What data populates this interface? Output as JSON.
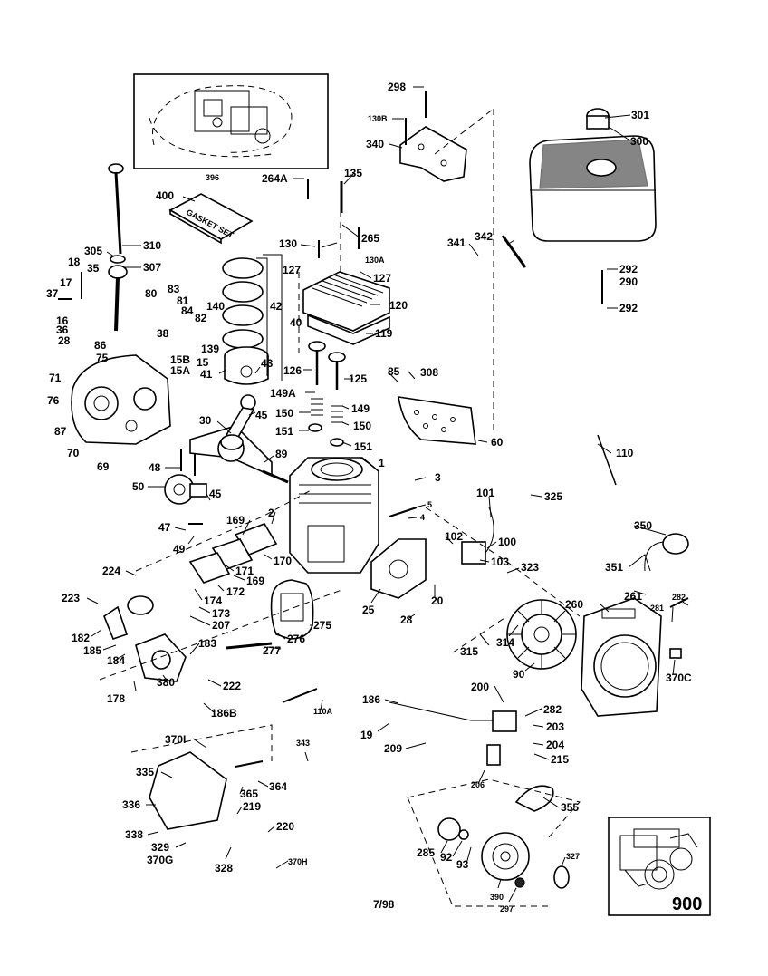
{
  "labels": {
    "l298": "298",
    "l130B": "130B",
    "l340": "340",
    "l301": "301",
    "l300": "300",
    "l396": "396",
    "l264A": "264A",
    "l135": "135",
    "l400": "400",
    "l265": "265",
    "l130": "130",
    "l130A": "130A",
    "l310": "310",
    "l305": "305",
    "l307": "307",
    "l18": "18",
    "l35": "35",
    "l17": "17",
    "l37": "37",
    "l16": "16",
    "l36": "36",
    "l28a": "28",
    "l86": "86",
    "l75": "75",
    "l71": "71",
    "l76": "76",
    "l87": "87",
    "l70": "70",
    "l69": "69",
    "l83": "83",
    "l80": "80",
    "l81": "81",
    "l84": "84",
    "l140": "140",
    "l82": "82",
    "l38": "38",
    "l15B": "15B",
    "l15A": "15A",
    "l15": "15",
    "l139": "139",
    "l127a": "127",
    "l127b": "127",
    "l42": "42",
    "l40": "40",
    "l120": "120",
    "l119": "119",
    "l341": "341",
    "l342": "342",
    "l292a": "292",
    "l290": "290",
    "l292b": "292",
    "l41": "41",
    "l43": "43",
    "l126": "126",
    "l125": "125",
    "l85": "85",
    "l308": "308",
    "l149A": "149A",
    "l149": "149",
    "l150a": "150",
    "l150b": "150",
    "l151a": "151",
    "l151b": "151",
    "l30": "30",
    "l45a": "45",
    "l89": "89",
    "l60": "60",
    "l110": "110",
    "l48": "48",
    "l1": "1",
    "l3": "3",
    "l50": "50",
    "l45b": "45",
    "l101": "101",
    "l325": "325",
    "l5": "5",
    "l4": "4",
    "l169a": "169",
    "l2": "2",
    "l47": "47",
    "l49": "49",
    "l170": "170",
    "l102": "102",
    "l100": "100",
    "l350": "350",
    "l103": "103",
    "l323": "323",
    "l351": "351",
    "l224": "224",
    "l171": "171",
    "l169b": "169",
    "l174": "174",
    "l172": "172",
    "l173": "173",
    "l25": "25",
    "l20": "20",
    "l260": "260",
    "l261": "261",
    "l282a": "282",
    "l281": "281",
    "l223": "223",
    "l28b": "28",
    "l275": "275",
    "l207": "207",
    "l182": "182",
    "l276": "276",
    "l315": "315",
    "l314": "314",
    "l185": "185",
    "l183": "183",
    "l277": "277",
    "l184": "184",
    "l90": "90",
    "l370C": "370C",
    "l380": "380",
    "l222": "222",
    "l178": "178",
    "l200": "200",
    "l186": "186",
    "l282b": "282",
    "l186B": "186B",
    "l110A": "110A",
    "l19": "19",
    "l203": "203",
    "l209": "209",
    "l204": "204",
    "l215": "215",
    "l370I": "370I",
    "l343": "343",
    "l335": "335",
    "l364": "364",
    "l206": "206",
    "l365": "365",
    "l355": "355",
    "l336": "336",
    "l219": "219",
    "l338": "338",
    "l220": "220",
    "l329": "329",
    "l370G": "370G",
    "l328": "328",
    "l370H": "370H",
    "l285": "285",
    "l92": "92",
    "l93": "93",
    "l327": "327",
    "l390": "390",
    "l297": "297",
    "l900": "900"
  },
  "gasket_set_text": "GASKET SET",
  "footer_date": "7/98"
}
